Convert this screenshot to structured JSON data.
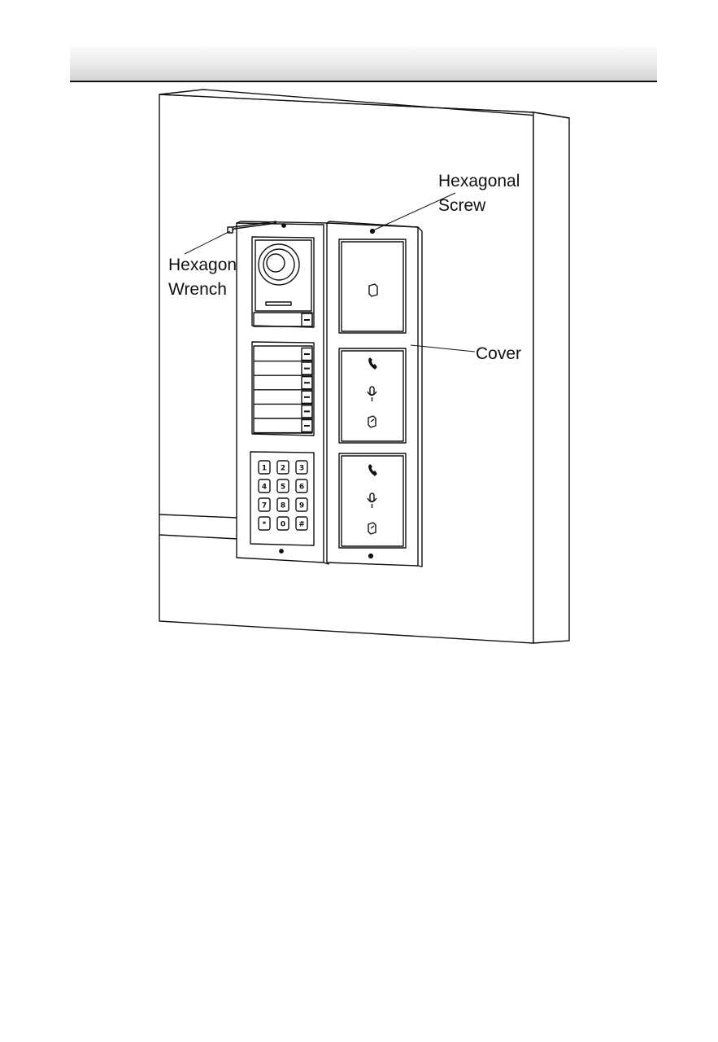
{
  "callouts": {
    "hexagonal_screw_line1": "Hexagonal",
    "hexagonal_screw_line2": "Screw",
    "hexagon_wrench_line1": "Hexagon",
    "hexagon_wrench_line2": "Wrench",
    "cover": "Cover"
  },
  "keypad": {
    "keys": [
      "1",
      "2",
      "3",
      "4",
      "5",
      "6",
      "7",
      "8",
      "9",
      "*",
      "0",
      "#"
    ]
  },
  "module_icons": {
    "top_right_module": [
      "card-icon"
    ],
    "middle_right_module": [
      "phone-icon",
      "microphone-icon",
      "card-icon"
    ],
    "bottom_right_module": [
      "phone-icon",
      "microphone-icon",
      "card-icon"
    ]
  },
  "colors": {
    "stroke": "#111111",
    "header_gradient_top": "#fbfbfb",
    "header_gradient_bottom": "#d3d3d3"
  }
}
